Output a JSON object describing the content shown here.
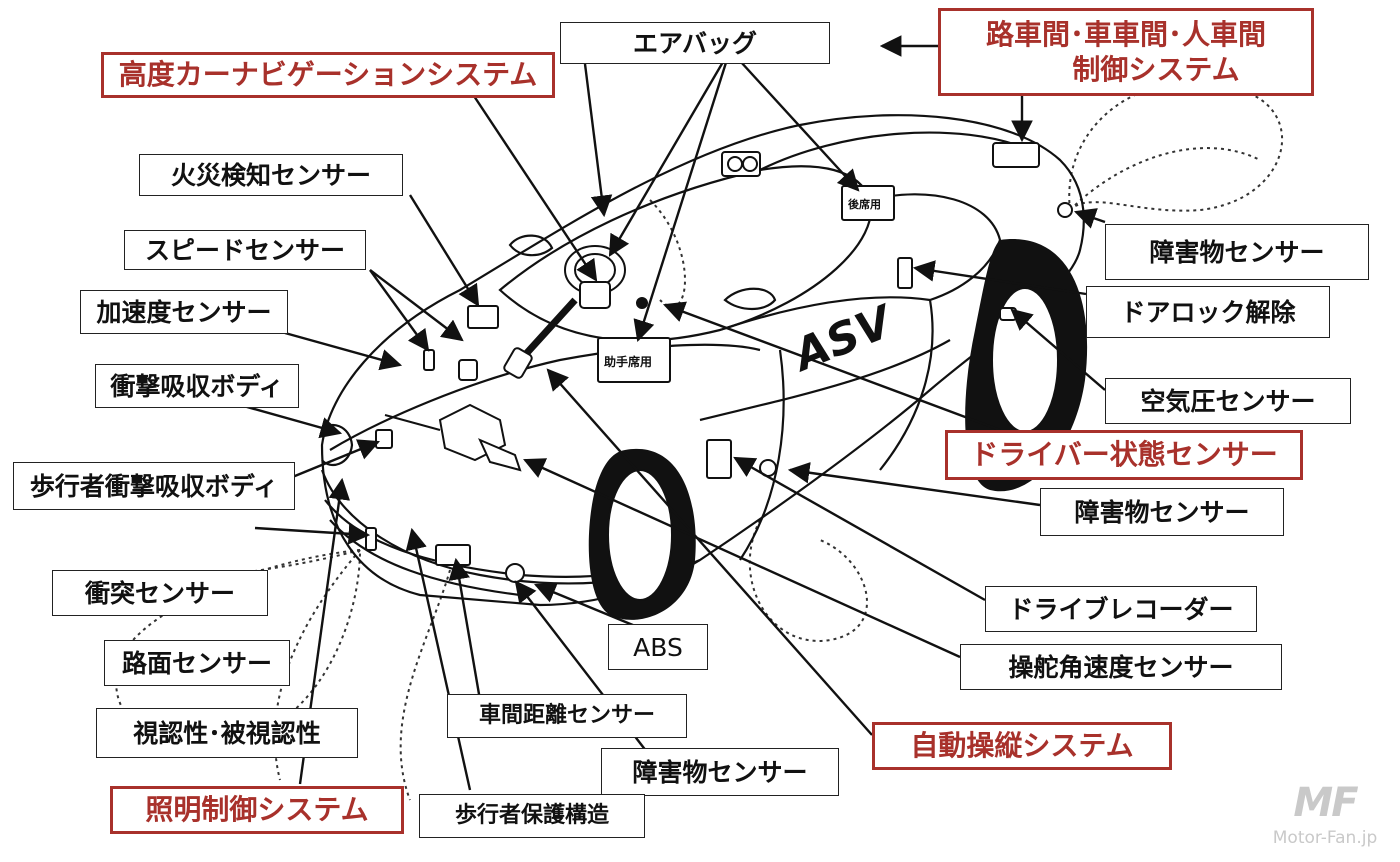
{
  "title": "ASV（先進安全自動車）システム構成図",
  "body_mark": "ASV",
  "in_car_tags": {
    "passenger_seat": "助手席用",
    "rear_seat": "後席用"
  },
  "colors": {
    "system_red": "#a8312b",
    "label_border": "#222222",
    "watermark": "#c9c9c9"
  },
  "labels": {
    "airbag": "エアバッグ",
    "navigation": "高度カーナビゲーションシステム",
    "comm_line1": "路車間･車車間･人車間",
    "comm_line2": "制御システム",
    "fire": "火災検知センサー",
    "speed": "スピードセンサー",
    "accel": "加速度センサー",
    "impact_body": "衝撃吸収ボディ",
    "ped_impact_body": "歩行者衝撃吸収ボディ",
    "obstacle_rear": "障害物センサー",
    "door_unlock": "ドアロック解除",
    "tire_pressure": "空気圧センサー",
    "driver_monitor": "ドライバー状態センサー",
    "obstacle_side": "障害物センサー",
    "collision": "衝突センサー",
    "road_surface": "路面センサー",
    "visibility": "視認性･被視認性",
    "lighting": "照明制御システム",
    "abs": "ABS",
    "drive_recorder": "ドライブレコーダー",
    "steering_rate": "操舵角速度センサー",
    "distance": "車間距離センサー",
    "auto_steer": "自動操縦システム",
    "obstacle_front": "障害物センサー",
    "ped_protect": "歩行者保護構造"
  },
  "watermark": {
    "logo": "MF",
    "site": "Motor-Fan.jp"
  }
}
